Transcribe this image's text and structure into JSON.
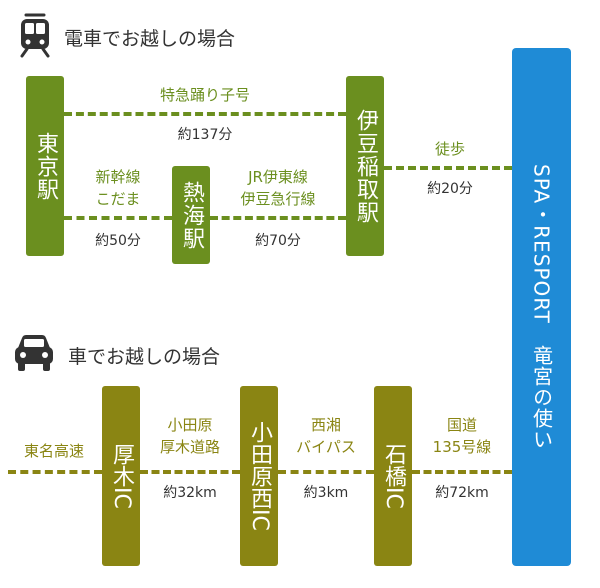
{
  "train_section": {
    "icon": "train-icon",
    "heading": "電車でお越しの場合",
    "tokyo": "東京駅",
    "atami": "熱海駅",
    "izu_inatori": "伊豆稲取駅",
    "route_express": {
      "line1": "特急踊り子号",
      "time": "約137分"
    },
    "route_shinkansen": {
      "line1": "新幹線",
      "line2": "こだま",
      "time": "約50分"
    },
    "route_jr": {
      "line1": "JR伊東線",
      "line2": "伊豆急行線",
      "time": "約70分"
    },
    "route_walk": {
      "line1": "徒歩",
      "time": "約20分"
    }
  },
  "car_section": {
    "icon": "car-icon",
    "heading": "車でお越しの場合",
    "tomei": "東名高速",
    "atsugi_ic": "厚木IC",
    "odawara_nishi_ic": "小田原西IC",
    "ishibashi_ic": "石橋IC",
    "route_odawara": {
      "line1": "小田原",
      "line2": "厚木道路",
      "time": "約32km"
    },
    "route_seisho": {
      "line1": "西湘",
      "line2": "バイパス",
      "time": "約3km"
    },
    "route_135": {
      "line1": "国道",
      "line2": "135号線",
      "time": "約72km"
    }
  },
  "destination": {
    "label": "SPA・RESPORT　竜宮の使い"
  },
  "colors": {
    "train_green": "#6b8f1f",
    "car_olive": "#8a8513",
    "destination_blue": "#1f8bd6",
    "text_dark": "#333333"
  }
}
